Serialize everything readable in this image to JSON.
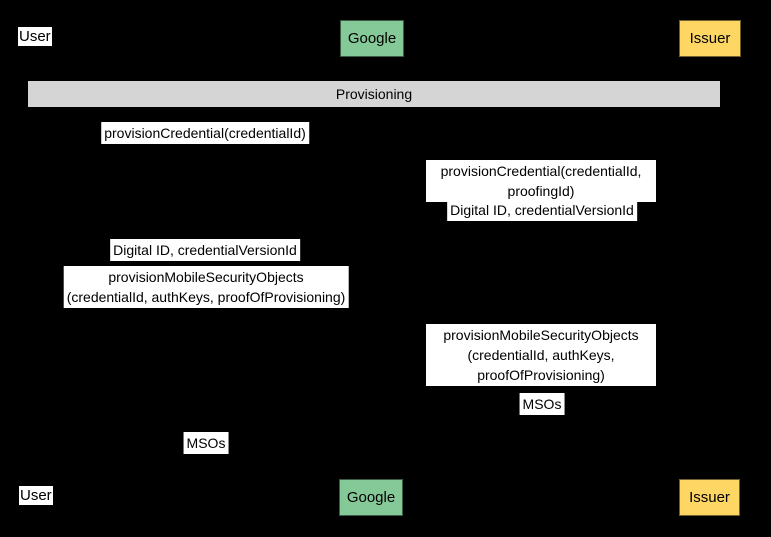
{
  "diagram": {
    "type": "sequence-diagram",
    "background_color": "#000000",
    "label_background": "#ffffff",
    "text_color": "#000000",
    "participants": [
      {
        "name": "User",
        "style": "plain-label",
        "fill": "#ffffff"
      },
      {
        "name": "Google",
        "style": "box",
        "fill": "#85c998"
      },
      {
        "name": "Issuer",
        "style": "box",
        "fill": "#fdd663"
      }
    ],
    "section": {
      "label": "Provisioning",
      "fill": "#d5d5d5"
    },
    "messages": [
      {
        "from": "User",
        "to": "Google",
        "label": "provisionCredential(credentialId)"
      },
      {
        "from": "Google",
        "to": "Issuer",
        "label": "provisionCredential(credentialId, proofingId)"
      },
      {
        "from": "Issuer",
        "to": "Google",
        "label": "Digital ID, credentialVersionId"
      },
      {
        "from": "Google",
        "to": "User",
        "label": "Digital ID, credentialVersionId"
      },
      {
        "from": "User",
        "to": "Google",
        "label": "provisionMobileSecurityObjects\n(credentialId, authKeys, proofOfProvisioning)"
      },
      {
        "from": "Google",
        "to": "Issuer",
        "label": "provisionMobileSecurityObjects\n(credentialId, authKeys, proofOfProvisioning)"
      },
      {
        "from": "Issuer",
        "to": "Google",
        "label": "MSOs"
      },
      {
        "from": "Google",
        "to": "User",
        "label": "MSOs"
      }
    ]
  }
}
